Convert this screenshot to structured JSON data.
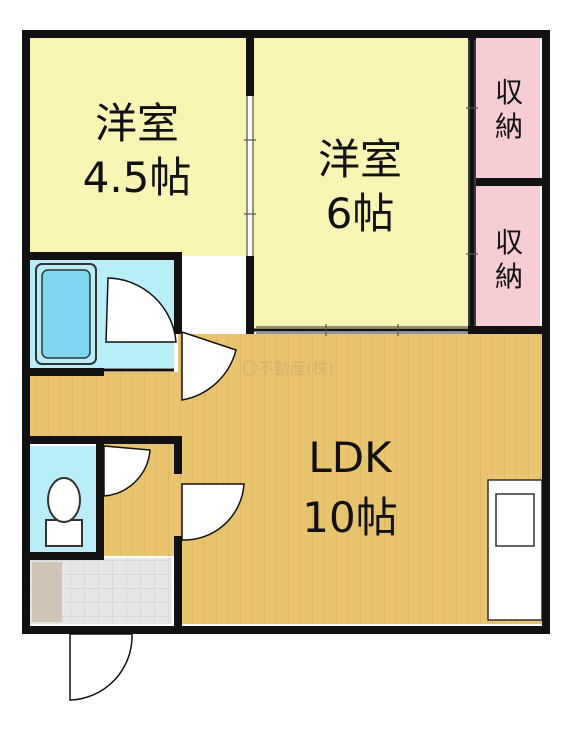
{
  "rooms": {
    "western_small": {
      "name": "洋室",
      "size": "4.5帖"
    },
    "western_large": {
      "name": "洋室",
      "size": "6帖"
    },
    "closet_top": {
      "label_line1": "収",
      "label_line2": "納"
    },
    "closet_bottom": {
      "label_line1": "収",
      "label_line2": "納"
    },
    "ldk": {
      "name": "LDK",
      "size": "10帖"
    }
  },
  "watermark": "〇不動産(株)",
  "colors": {
    "tatami_yellow": "#f8f4b4",
    "closet_pink": "#f7cdd3",
    "floor_wood": "#e9c46f",
    "floor_stripe": "#dcb65f",
    "water_blue": "#b9eef9",
    "genkan_tile": "#e4e4e4",
    "wall": "#111111"
  }
}
